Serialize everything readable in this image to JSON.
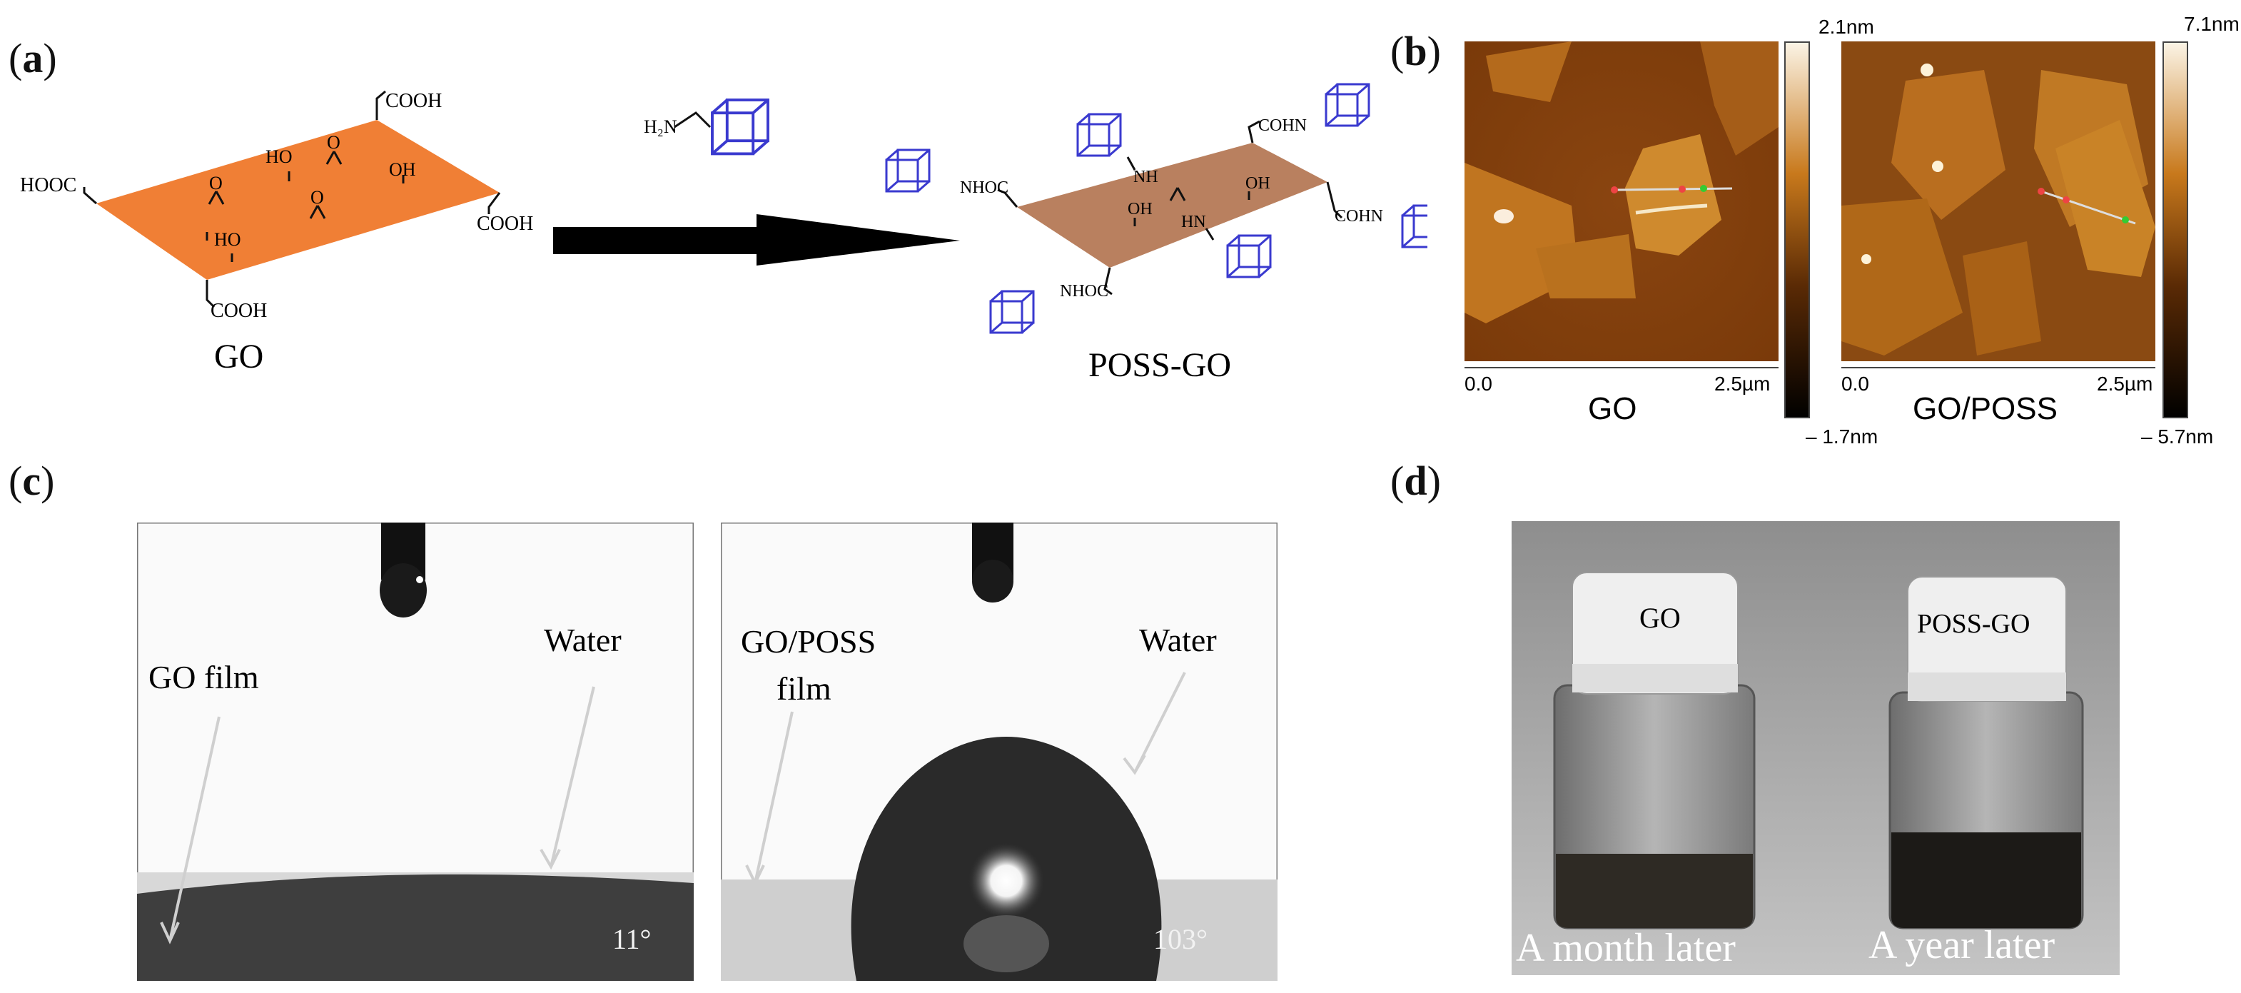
{
  "panels": {
    "a": {
      "label_open": "(",
      "label_letter": "a",
      "label_close": ")",
      "reagent": "H₂N",
      "go": {
        "name": "GO",
        "groups": {
          "cooh_top": "COOH",
          "hooc_left": "HOOC",
          "cooh_right": "COOH",
          "cooh_bottom": "COOH",
          "ho_1": "HO",
          "oh_1": "OH",
          "ho_2": "HO",
          "o_ep": "O"
        }
      },
      "poss_go": {
        "name": "POSS-GO",
        "groups": {
          "cohn_top": "COHN",
          "nhoc_left": "NHOC",
          "nh_top": "NH",
          "oh_1": "OH",
          "oh_2": "OH",
          "hn_mid": "HN",
          "cohn_right": "COHN",
          "nhoc_bottom": "NHOC"
        }
      }
    },
    "b": {
      "label_open": "(",
      "label_letter": "b",
      "label_close": ")",
      "left": {
        "caption": "GO",
        "scale_top": "2.1nm",
        "scale_bottom": "– 1.7nm",
        "axis_start": "0.0",
        "axis_end": "2.5µm"
      },
      "right": {
        "caption": "GO/POSS",
        "scale_top": "7.1nm",
        "scale_bottom": "– 5.7nm",
        "axis_start": "0.0",
        "axis_end": "2.5µm"
      }
    },
    "c": {
      "label_open": "(",
      "label_letter": "c",
      "label_close": ")",
      "left": {
        "film_label": "GO film",
        "water_label": "Water",
        "angle": "11°"
      },
      "right": {
        "film_label_line1": "GO/POSS",
        "film_label_line2": "film",
        "water_label": "Water",
        "angle": "103°"
      }
    },
    "d": {
      "label_open": "(",
      "label_letter": "d",
      "label_close": ")",
      "vial_left": {
        "cap_text": "GO",
        "caption": "A month later"
      },
      "vial_right": {
        "cap_text": "POSS-GO",
        "caption": "A year later"
      }
    }
  },
  "colors": {
    "go_sheet": "#f07f35",
    "poss_go_sheet": "#b9805f",
    "poss_cube": "#3a3acf",
    "afm_dark": "#3a1a05",
    "afm_light": "#f4e7c8"
  }
}
